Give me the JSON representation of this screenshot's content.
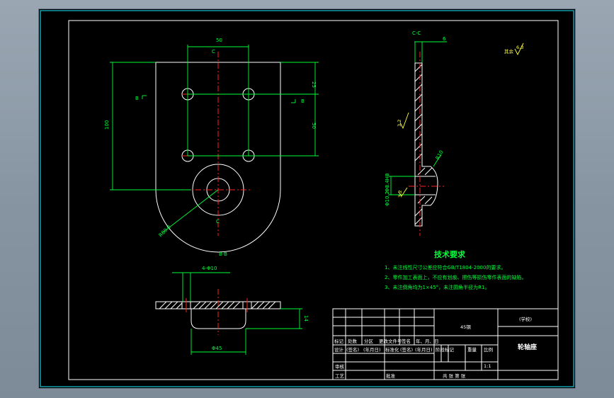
{
  "drawing": {
    "dimensions": {
      "top_width": "50",
      "right_upper": "25",
      "right_lower": "50",
      "left_height": "100",
      "arc_radius": "R60.0",
      "section_hole": "4-Φ10",
      "section_width": "Φ45",
      "section_height": "14",
      "side_top": "6",
      "side_r": "R10",
      "side_phi1": "Φ8.4H8",
      "side_phi2": "Φ10.2"
    },
    "section_labels": {
      "cc": "C-C",
      "bb": "B-B",
      "c_top": "C",
      "c_bottom": "C",
      "b_left": "B",
      "b_right": "B",
      "other_rough": "其余",
      "rough_value": "6.3",
      "rough_side_1": "3.2",
      "rough_side_2": "3.2"
    },
    "tech_req": {
      "title": "技术要求",
      "items": [
        "1、未注线性尺寸公差应符合GB/T1804-2000的要求。",
        "2、零件加工表面上，不应有划痕、擦伤等损伤零件表面的缺陷。",
        "3、未注倒角均为1×45°，未注圆角半径为R1。"
      ]
    },
    "title_block": {
      "material": "45钢",
      "school": "(学校)",
      "part_name": "轮轴座",
      "mark": "标记",
      "count": "处数",
      "zone": "分区",
      "change_doc": "更改文件号",
      "signature": "签名",
      "date": "年、月、日",
      "design": "设计",
      "sig_placeholder": "(签名)",
      "date_placeholder": "(年月日)",
      "standardize": "标准化",
      "sig_placeholder2": "(签名)",
      "date_placeholder2": "(年月日)",
      "stage_mark": "阶段标记",
      "weight": "重量",
      "ratio": "比例",
      "ratio_value": "1:1",
      "review": "审核",
      "process": "工艺",
      "approve": "批准",
      "sheets": "共 张 第 张"
    }
  }
}
